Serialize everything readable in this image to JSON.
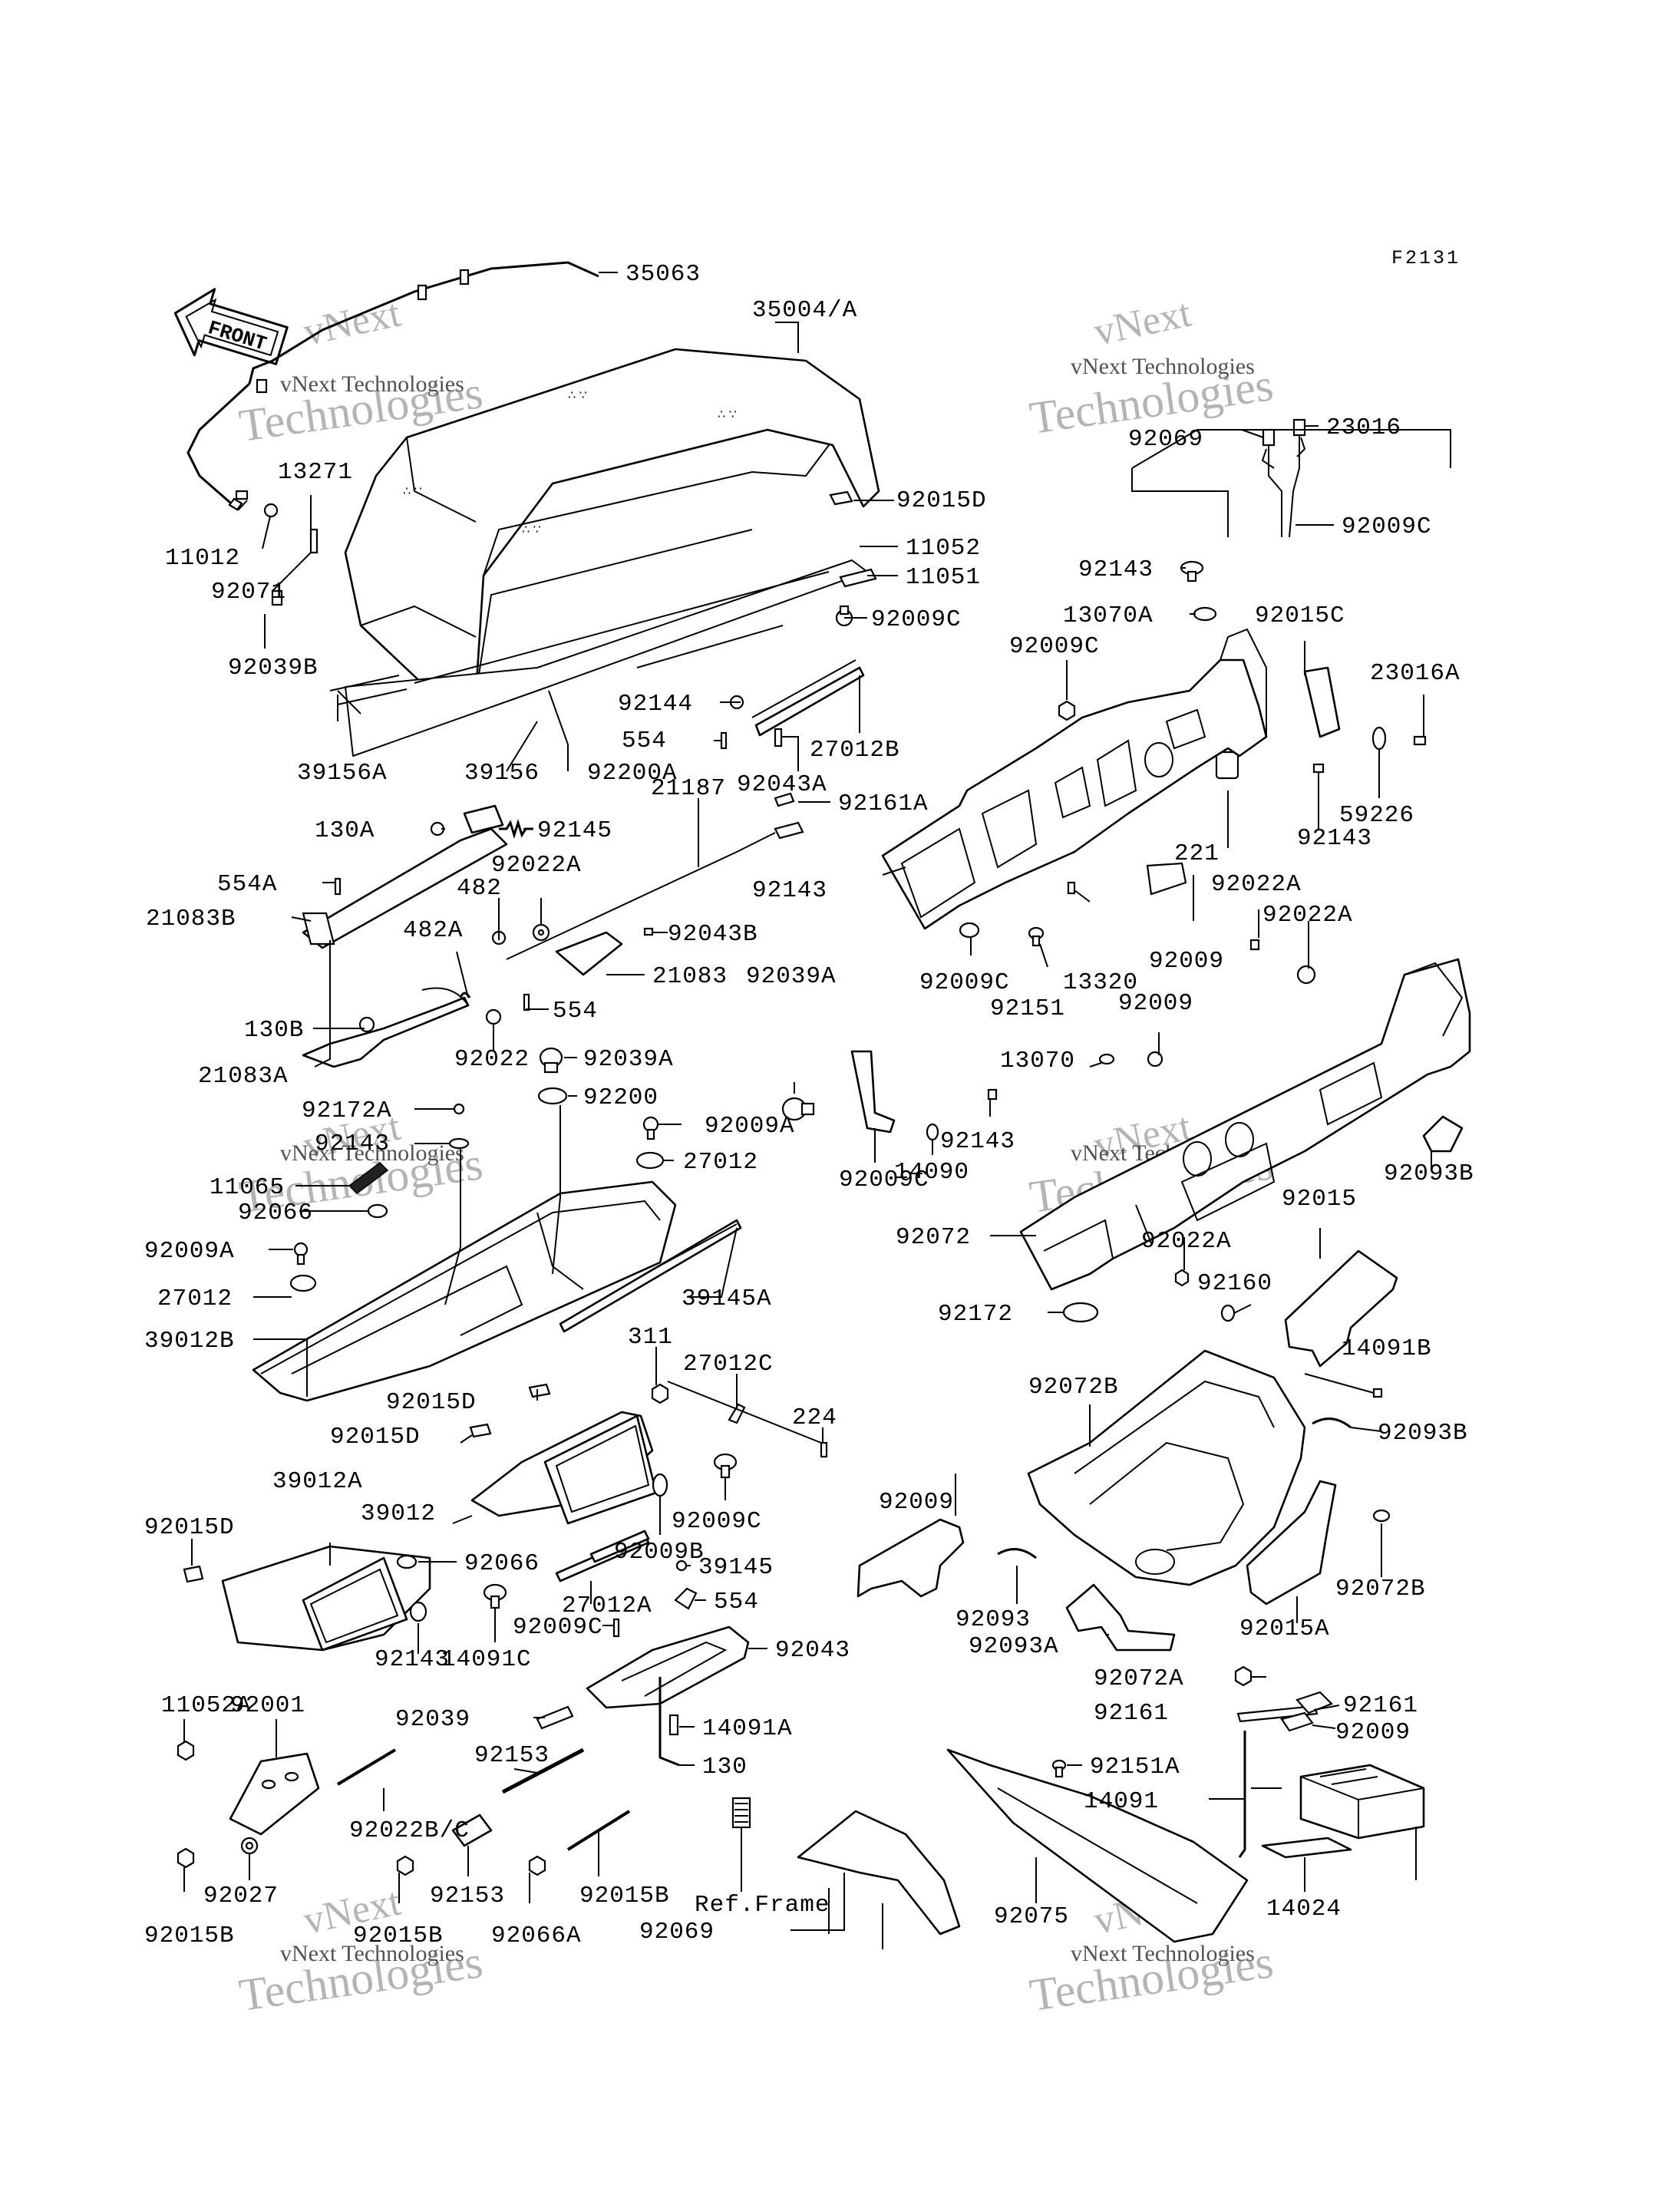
{
  "figure": {
    "code": "F2131",
    "arrow_label": "FRONT"
  },
  "watermarks": [
    {
      "vnext": "vNext",
      "company": "vNext Technologies",
      "tech": "Technologies"
    },
    {
      "vnext": "vNext",
      "company": "vNext Technologies",
      "tech": "Technologies"
    },
    {
      "vnext": "vNext",
      "company": "vNext Technologies",
      "tech": "Technologies"
    },
    {
      "vnext": "vNext",
      "company": "vNext Technologies",
      "tech": "Technologies"
    },
    {
      "vnext": "vNext",
      "company": "vNext Technologies",
      "tech": "Technologies"
    },
    {
      "vnext": "vNext",
      "company": "vNext Technologies",
      "tech": "Technologies"
    }
  ],
  "callouts": [
    "35063",
    "35004/A",
    "11012",
    "92071",
    "13271",
    "92039B",
    "39156A",
    "39156",
    "92200A",
    "92015D",
    "11052",
    "11051",
    "92009C",
    "92144",
    "554",
    "27012B",
    "92043A",
    "92161A",
    "21187",
    "130A",
    "92145",
    "554A",
    "21083B",
    "482",
    "92022A",
    "482A",
    "92043B",
    "21083",
    "554",
    "130B",
    "21083A",
    "92022",
    "92039A",
    "92039A",
    "92200",
    "92172A",
    "92143",
    "11065",
    "92066",
    "92009A",
    "27012",
    "92009A",
    "27012",
    "39012B",
    "39145A",
    "311",
    "27012C",
    "224",
    "92015D",
    "92015D",
    "39012",
    "92009C",
    "92015D",
    "39012A",
    "92066",
    "92143",
    "92009B",
    "39145",
    "27012A",
    "554",
    "92009C",
    "14091C",
    "92043",
    "92039",
    "14091A",
    "130",
    "11052A",
    "92001",
    "92153",
    "92022B/C",
    "92027",
    "92153",
    "92015B",
    "92015B",
    "92015B",
    "92066A",
    "Ref.Frame",
    "92069",
    "92069",
    "23016",
    "92009C",
    "92143",
    "13070A",
    "92015C",
    "92009C",
    "23016A",
    "221",
    "92143",
    "59226",
    "92143",
    "92009C",
    "92151",
    "13320",
    "92009",
    "92022A",
    "92022A",
    "92009",
    "13070",
    "92009C",
    "92143",
    "14090",
    "92072",
    "92093B",
    "92015",
    "92022A",
    "92160",
    "92172",
    "14091B",
    "92072B",
    "92093B",
    "92009",
    "92072B",
    "92093",
    "92093A",
    "92015A",
    "92072A",
    "92161",
    "92161",
    "92009",
    "92151A",
    "14091",
    "92075",
    "14024"
  ]
}
